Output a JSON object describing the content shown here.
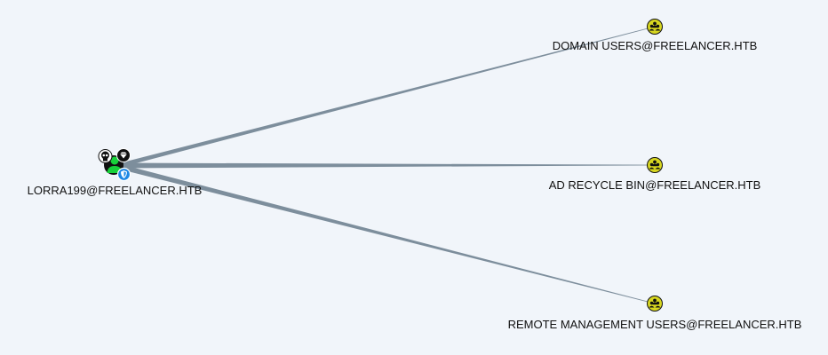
{
  "graph": {
    "source_node": {
      "label": "LORRA199@FREELANCER.HTB",
      "type": "user",
      "badges": [
        "owned-skull-icon",
        "high-value-diamond-icon",
        "enabled-shield-icon"
      ]
    },
    "target_nodes": [
      {
        "label": "DOMAIN USERS@FREELANCER.HTB",
        "type": "group"
      },
      {
        "label": "AD RECYCLE BIN@FREELANCER.HTB",
        "type": "group"
      },
      {
        "label": "REMOTE MANAGEMENT USERS@FREELANCER.HTB",
        "type": "group"
      }
    ],
    "edges": [
      {
        "from": "LORRA199@FREELANCER.HTB",
        "to": "DOMAIN USERS@FREELANCER.HTB",
        "relationship": "MemberOf"
      },
      {
        "from": "LORRA199@FREELANCER.HTB",
        "to": "AD RECYCLE BIN@FREELANCER.HTB",
        "relationship": "MemberOf"
      },
      {
        "from": "LORRA199@FREELANCER.HTB",
        "to": "REMOTE MANAGEMENT USERS@FREELANCER.HTB",
        "relationship": "MemberOf"
      }
    ],
    "colors": {
      "background": "#f1f5fa",
      "edge": "#7d8e9c",
      "group_node": "#d7d620",
      "user_node_fill": "#17d13a",
      "badge_blue": "#1e88e5"
    }
  }
}
